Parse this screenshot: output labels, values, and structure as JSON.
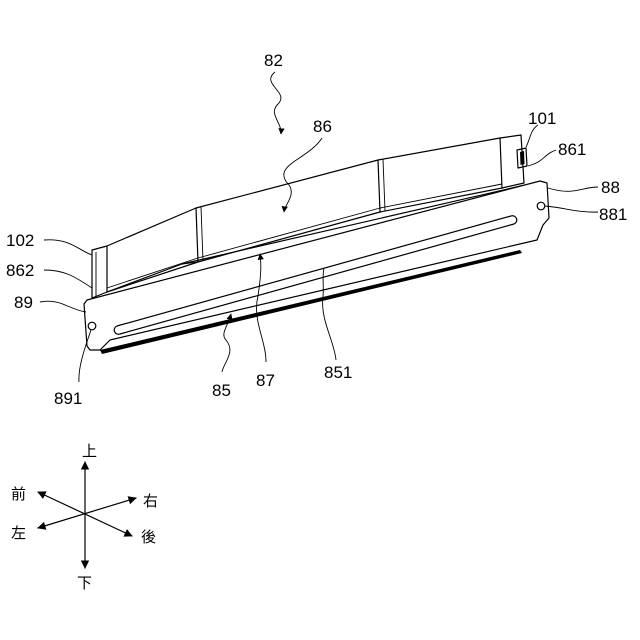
{
  "labels": {
    "l82": "82",
    "l86": "86",
    "l101": "101",
    "l861": "861",
    "l88": "88",
    "l881": "881",
    "l102": "102",
    "l862": "862",
    "l89": "89",
    "l891": "891",
    "l85": "85",
    "l87": "87",
    "l851": "851"
  },
  "directions": {
    "up": "上",
    "down": "下",
    "front": "前",
    "back": "後",
    "left": "左",
    "right": "右"
  }
}
